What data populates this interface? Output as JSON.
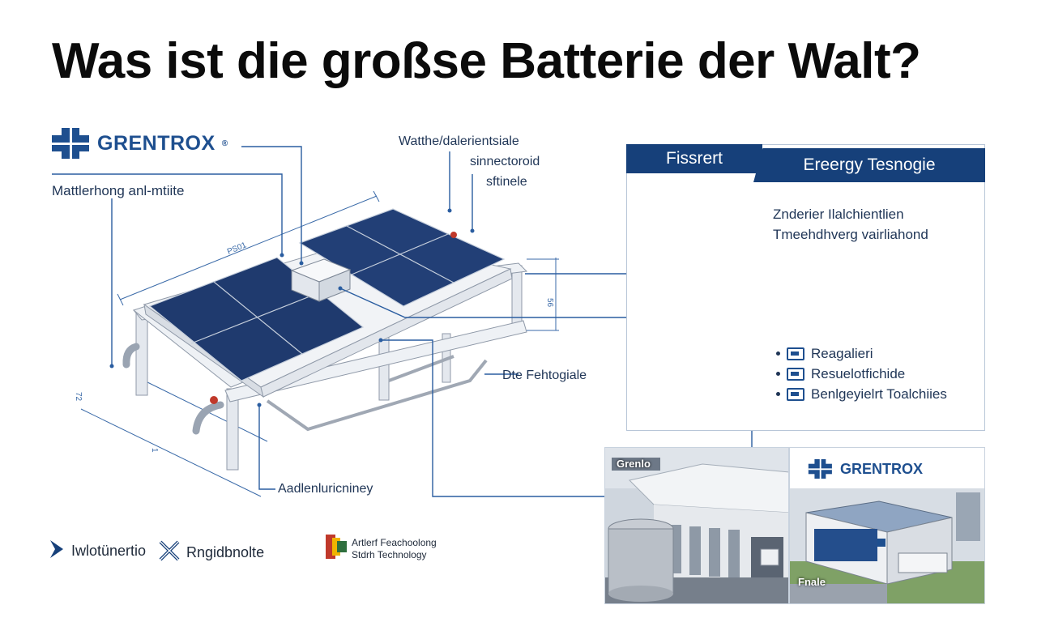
{
  "title": "Was ist die großse Batterie der Walt?",
  "brand": {
    "name": "GRENTROX",
    "reg": "®"
  },
  "labels": {
    "left_top": "Mattlerhong anl-mtiite",
    "top_center_1": "Watthe/dalerientsiale",
    "top_center_2": "sinnectoroid",
    "top_center_3": "sftinele",
    "mid_right": "Dte Fehtogiale",
    "bottom_center": "Aadlenluricniney",
    "dim_top": "PS01",
    "dim_right": "56",
    "dim_left": "72",
    "dim_bottom": "1"
  },
  "panel": {
    "tab_left": "Fissrert",
    "tab_right": "Ereergy Tesnogie",
    "desc_1": "Znderier Ilalchientlien",
    "desc_2": "Tmeehdhverg vairliahond",
    "legend": [
      {
        "label": "Reagalieri",
        "icon": "monitor-icon"
      },
      {
        "label": "Resuelotfichide",
        "icon": "grid-icon"
      },
      {
        "label": "Benlgeyielrt Toalchiies",
        "icon": "chart-icon"
      }
    ]
  },
  "photos": {
    "left_caption": "Grenlo",
    "right_brand": "GRENTROX",
    "right_caption": "Fnale"
  },
  "footer": {
    "item_1": "Iwlotünertio",
    "item_2": "Rngidbnolte",
    "item_3_line1": "Artlerf Feachoolong",
    "item_3_line2": "Stdrh Technology"
  },
  "colors": {
    "brand_blue": "#16407a",
    "line_blue": "#2a5da0",
    "panel_border": "#b8c6d8"
  }
}
